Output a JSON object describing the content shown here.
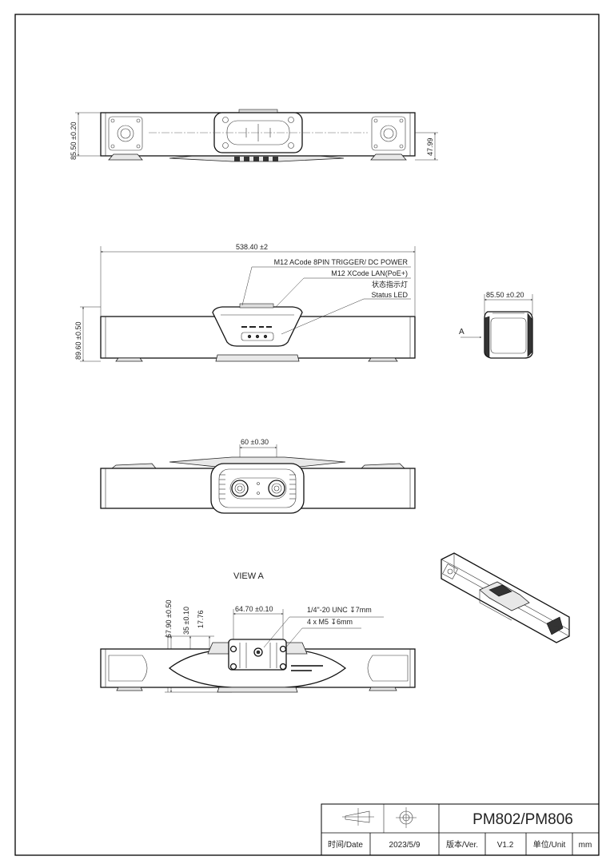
{
  "dimensions": {
    "top_height": "85.50 ±0.20",
    "top_depth": "47.99",
    "length": "538.40 ±2",
    "front_height": "89.60 ±0.50",
    "side_depth": "85.50 ±0.20",
    "lens_spacing": "60 ±0.30",
    "view_a_h1": "67.90 ±0.50",
    "view_a_h2": "35 ±0.10",
    "view_a_h3": "17.76",
    "view_a_w": "64.70 ±0.10"
  },
  "callouts": {
    "m12_acode": "M12 ACode 8PIN TRIGGER/ DC POWER",
    "m12_xcode": "M12 XCode LAN(PoE+)",
    "status_cn": "状态指示灯",
    "status_en": "Status LED",
    "unc": "1/4\"-20 UNC ↧7mm",
    "m5": "4 x M5 ↧6mm"
  },
  "labels": {
    "view_arrow": "A",
    "view_a": "VIEW A"
  },
  "title_block": {
    "model": "PM802/PM806",
    "date_label": "时间/Date",
    "date_value": "2023/5/9",
    "version_label": "版本/Ver.",
    "version_value": "V1.2",
    "unit_label": "单位/Unit",
    "unit_value": "mm"
  }
}
